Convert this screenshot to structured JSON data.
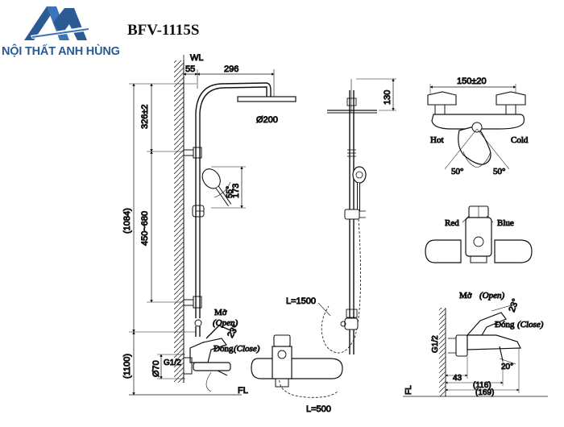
{
  "brand": {
    "name": "NỘI THẤT ANH HÙNG"
  },
  "product": {
    "model": "BFV-1115S"
  },
  "front_view": {
    "wall_label": "WL",
    "offset_55": "55",
    "arm_296": "296",
    "head_dia": "Ø200",
    "h_326": "326±2",
    "h_450_680": "450~680",
    "h_1084": "(1084)",
    "h_1100": "(1100)",
    "hand_173": "173",
    "angle_55": "55°",
    "open_vi": "Mở",
    "open_en": "(Open)",
    "close_vi": "Đóng",
    "close_en": "(Close)",
    "angle_23": "23°",
    "thread": "G1/2",
    "dia_70": "Ø70",
    "floor": "FL"
  },
  "side_view": {
    "h_130": "130",
    "hose_1500": "L=1500",
    "hose_500": "L=500"
  },
  "top_view": {
    "width": "150±20",
    "hot": "Hot",
    "cold": "Cold",
    "angle_left": "50°",
    "angle_right": "50°"
  },
  "color_view": {
    "red": "Red",
    "blue": "Blue"
  },
  "valve_side_view": {
    "open_vi": "Mở",
    "open_en": "(Open)",
    "close_vi": "Đóng",
    "close_en": "(Close)",
    "angle_23": "23°",
    "angle_20": "20°",
    "thread": "G1/2",
    "d43": "43",
    "d116": "(116)",
    "d169": "(169)",
    "floor": "FL"
  }
}
